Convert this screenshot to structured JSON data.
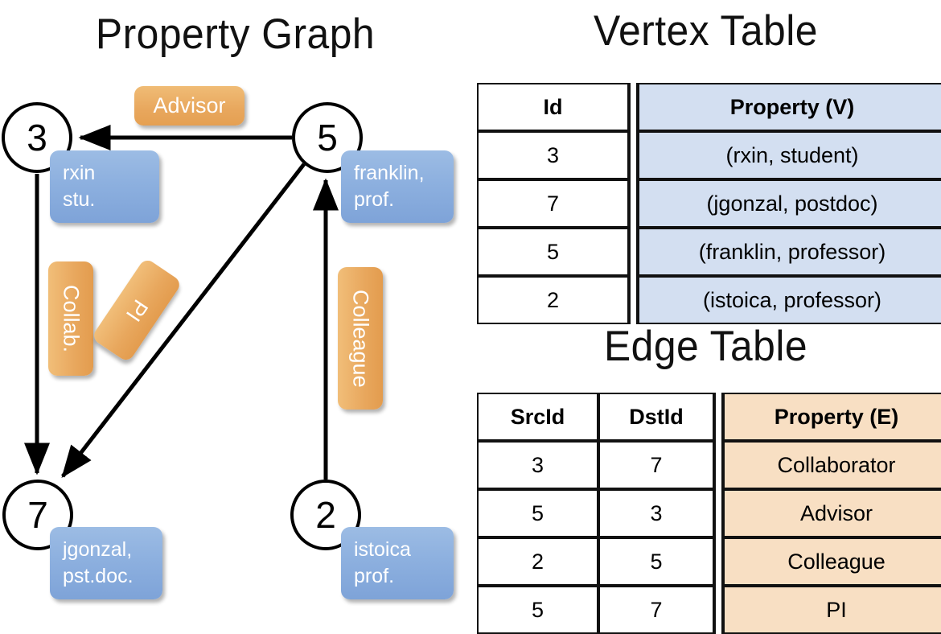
{
  "titles": {
    "property_graph": "Property Graph",
    "vertex_table": "Vertex Table",
    "edge_table": "Edge Table"
  },
  "colors": {
    "vertex_property_fill": "#D3DFF1",
    "edge_property_fill": "#F8DFC3",
    "node_property_box": "#8DB0DF",
    "edge_label_box": "#E8A75D",
    "stroke": "#000000"
  },
  "graph": {
    "nodes": [
      {
        "id": "3",
        "property_label": "rxin\nstu."
      },
      {
        "id": "5",
        "property_label": "franklin,\nprof."
      },
      {
        "id": "7",
        "property_label": "jgonzal,\npst.doc."
      },
      {
        "id": "2",
        "property_label": "istoica\nprof."
      }
    ],
    "edge_labels": [
      {
        "name": "advisor",
        "label": "Advisor",
        "orientation": "horizontal"
      },
      {
        "name": "collab",
        "label": "Collab.",
        "orientation": "vertical"
      },
      {
        "name": "pi",
        "label": "PI",
        "orientation": "rotated"
      },
      {
        "name": "colleague",
        "label": "Colleague",
        "orientation": "vertical"
      }
    ],
    "edges": [
      {
        "src": "5",
        "dst": "3",
        "label": "Advisor"
      },
      {
        "src": "3",
        "dst": "7",
        "label": "Collab."
      },
      {
        "src": "5",
        "dst": "7",
        "label": "PI"
      },
      {
        "src": "2",
        "dst": "5",
        "label": "Colleague"
      }
    ]
  },
  "vertex_table": {
    "headers": [
      "Id",
      "Property (V)"
    ],
    "rows": [
      {
        "id": "3",
        "property": "(rxin, student)"
      },
      {
        "id": "7",
        "property": "(jgonzal, postdoc)"
      },
      {
        "id": "5",
        "property": "(franklin, professor)"
      },
      {
        "id": "2",
        "property": "(istoica, professor)"
      }
    ]
  },
  "edge_table": {
    "headers": [
      "SrcId",
      "DstId",
      "Property (E)"
    ],
    "rows": [
      {
        "src": "3",
        "dst": "7",
        "property": "Collaborator"
      },
      {
        "src": "5",
        "dst": "3",
        "property": "Advisor"
      },
      {
        "src": "2",
        "dst": "5",
        "property": "Colleague"
      },
      {
        "src": "5",
        "dst": "7",
        "property": "PI"
      }
    ]
  }
}
